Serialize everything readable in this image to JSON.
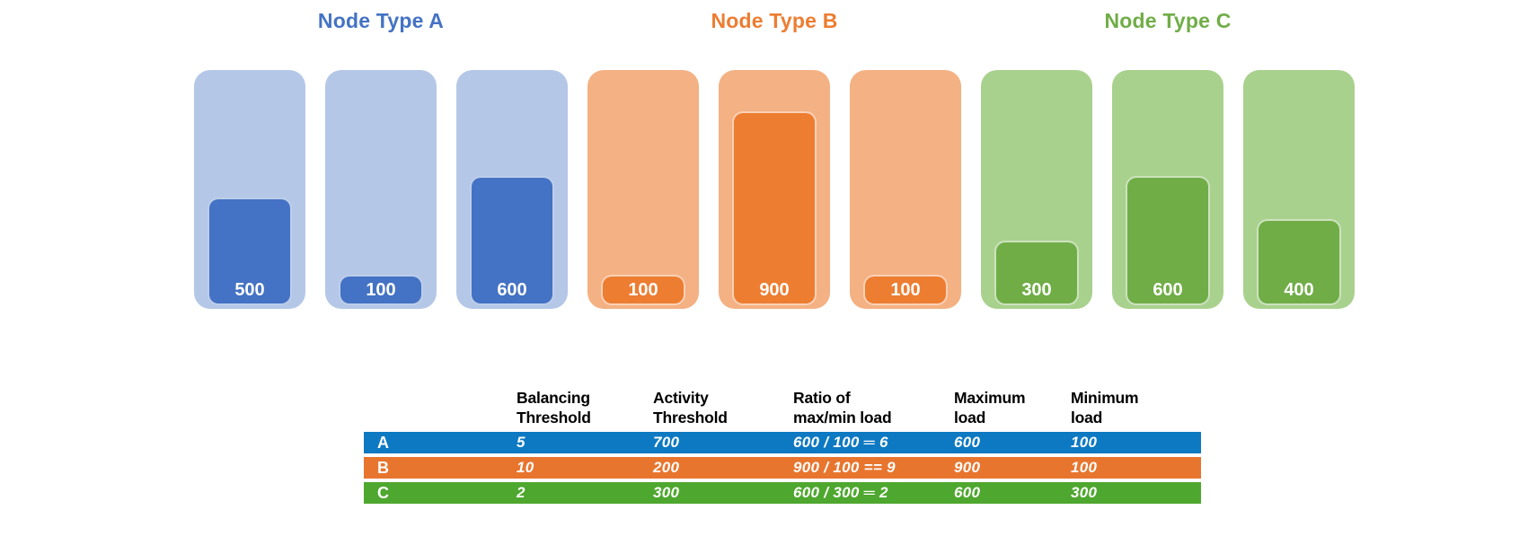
{
  "chart_data": {
    "type": "bar",
    "title": "",
    "description": "Node load per node instance, shown as a filled bar inside each node capacity box",
    "scale_max": 1000,
    "groups": [
      {
        "name": "Node Type A",
        "title_color": "#4472c4",
        "box_color": "#b4c7e7",
        "bar_color": "#4472c4",
        "nodes": [
          {
            "load": 500
          },
          {
            "load": 100
          },
          {
            "load": 600
          }
        ]
      },
      {
        "name": "Node Type B",
        "title_color": "#ed7d31",
        "box_color": "#f4b183",
        "bar_color": "#ed7d31",
        "nodes": [
          {
            "load": 100
          },
          {
            "load": 900
          },
          {
            "load": 100
          }
        ]
      },
      {
        "name": "Node Type C",
        "title_color": "#70ad47",
        "box_color": "#a9d18e",
        "bar_color": "#70ad47",
        "nodes": [
          {
            "load": 300
          },
          {
            "load": 600
          },
          {
            "load": 400
          }
        ]
      }
    ],
    "table": {
      "headers": [
        "Balancing\nThreshold",
        "Activity\nThreshold",
        "Ratio of\nmax/min load",
        "Maximum\nload",
        "Minimum\nload"
      ],
      "rows": [
        {
          "label": "A",
          "row_color": "#0d79c2",
          "balancing_threshold": "5",
          "activity_threshold": "700",
          "ratio": "600 / 100 ═ 6",
          "max_load": "600",
          "min_load": "100"
        },
        {
          "label": "B",
          "row_color": "#e8752e",
          "balancing_threshold": "10",
          "activity_threshold": "200",
          "ratio": "900 / 100 == 9",
          "max_load": "900",
          "min_load": "100"
        },
        {
          "label": "C",
          "row_color": "#4ea72e",
          "balancing_threshold": "2",
          "activity_threshold": "300",
          "ratio": "600 / 300 ═ 2",
          "max_load": "600",
          "min_load": "300"
        }
      ]
    }
  }
}
